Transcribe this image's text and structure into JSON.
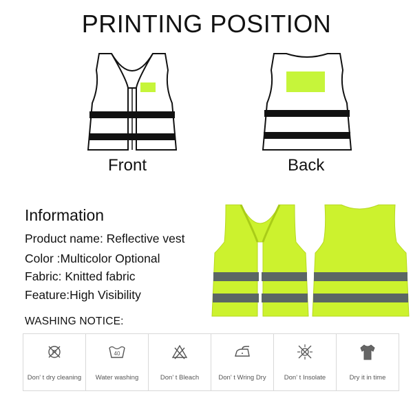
{
  "title": "PRINTING POSITION",
  "front_label": "Front",
  "back_label": "Back",
  "info": {
    "heading": "Information",
    "lines": [
      "Product name: Reflective vest",
      "Color :Multicolor Optional",
      "Fabric: Knitted fabric",
      "Feature:High Visibility"
    ]
  },
  "washing": {
    "heading": "WASHING NOTICE:",
    "items": [
      {
        "label": "Don' t dry cleaning",
        "icon": "no-dry-clean-icon"
      },
      {
        "label": "Water washing",
        "icon": "wash-tub-icon",
        "temp": "40"
      },
      {
        "label": "Don' t Bleach",
        "icon": "no-bleach-icon"
      },
      {
        "label": "Don' t Wring Dry",
        "icon": "no-iron-icon"
      },
      {
        "label": "Don' t Insolate",
        "icon": "no-sun-icon"
      },
      {
        "label": "Dry it in time",
        "icon": "tshirt-icon"
      }
    ]
  },
  "colors": {
    "print_area": "#c6f53a",
    "vest_yellow": "#ccf22e",
    "reflective_stripe": "#5b6664",
    "outline": "#111111"
  }
}
